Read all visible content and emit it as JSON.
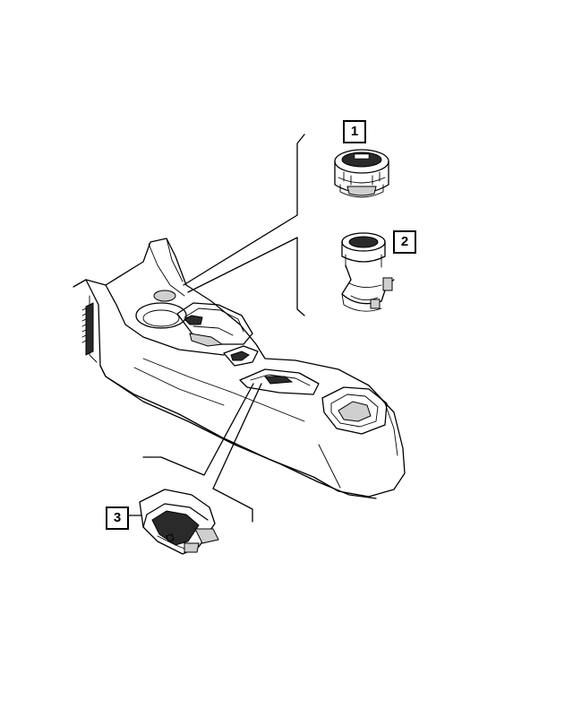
{
  "callouts": {
    "part1": "1",
    "part2": "2",
    "part3": "3"
  },
  "parts": {
    "part1_icon": "usb-charger-module-icon",
    "part2_icon": "bezel-bracket-icon",
    "part3_icon": "switch-bezel-icon",
    "console_icon": "center-console-icon"
  }
}
